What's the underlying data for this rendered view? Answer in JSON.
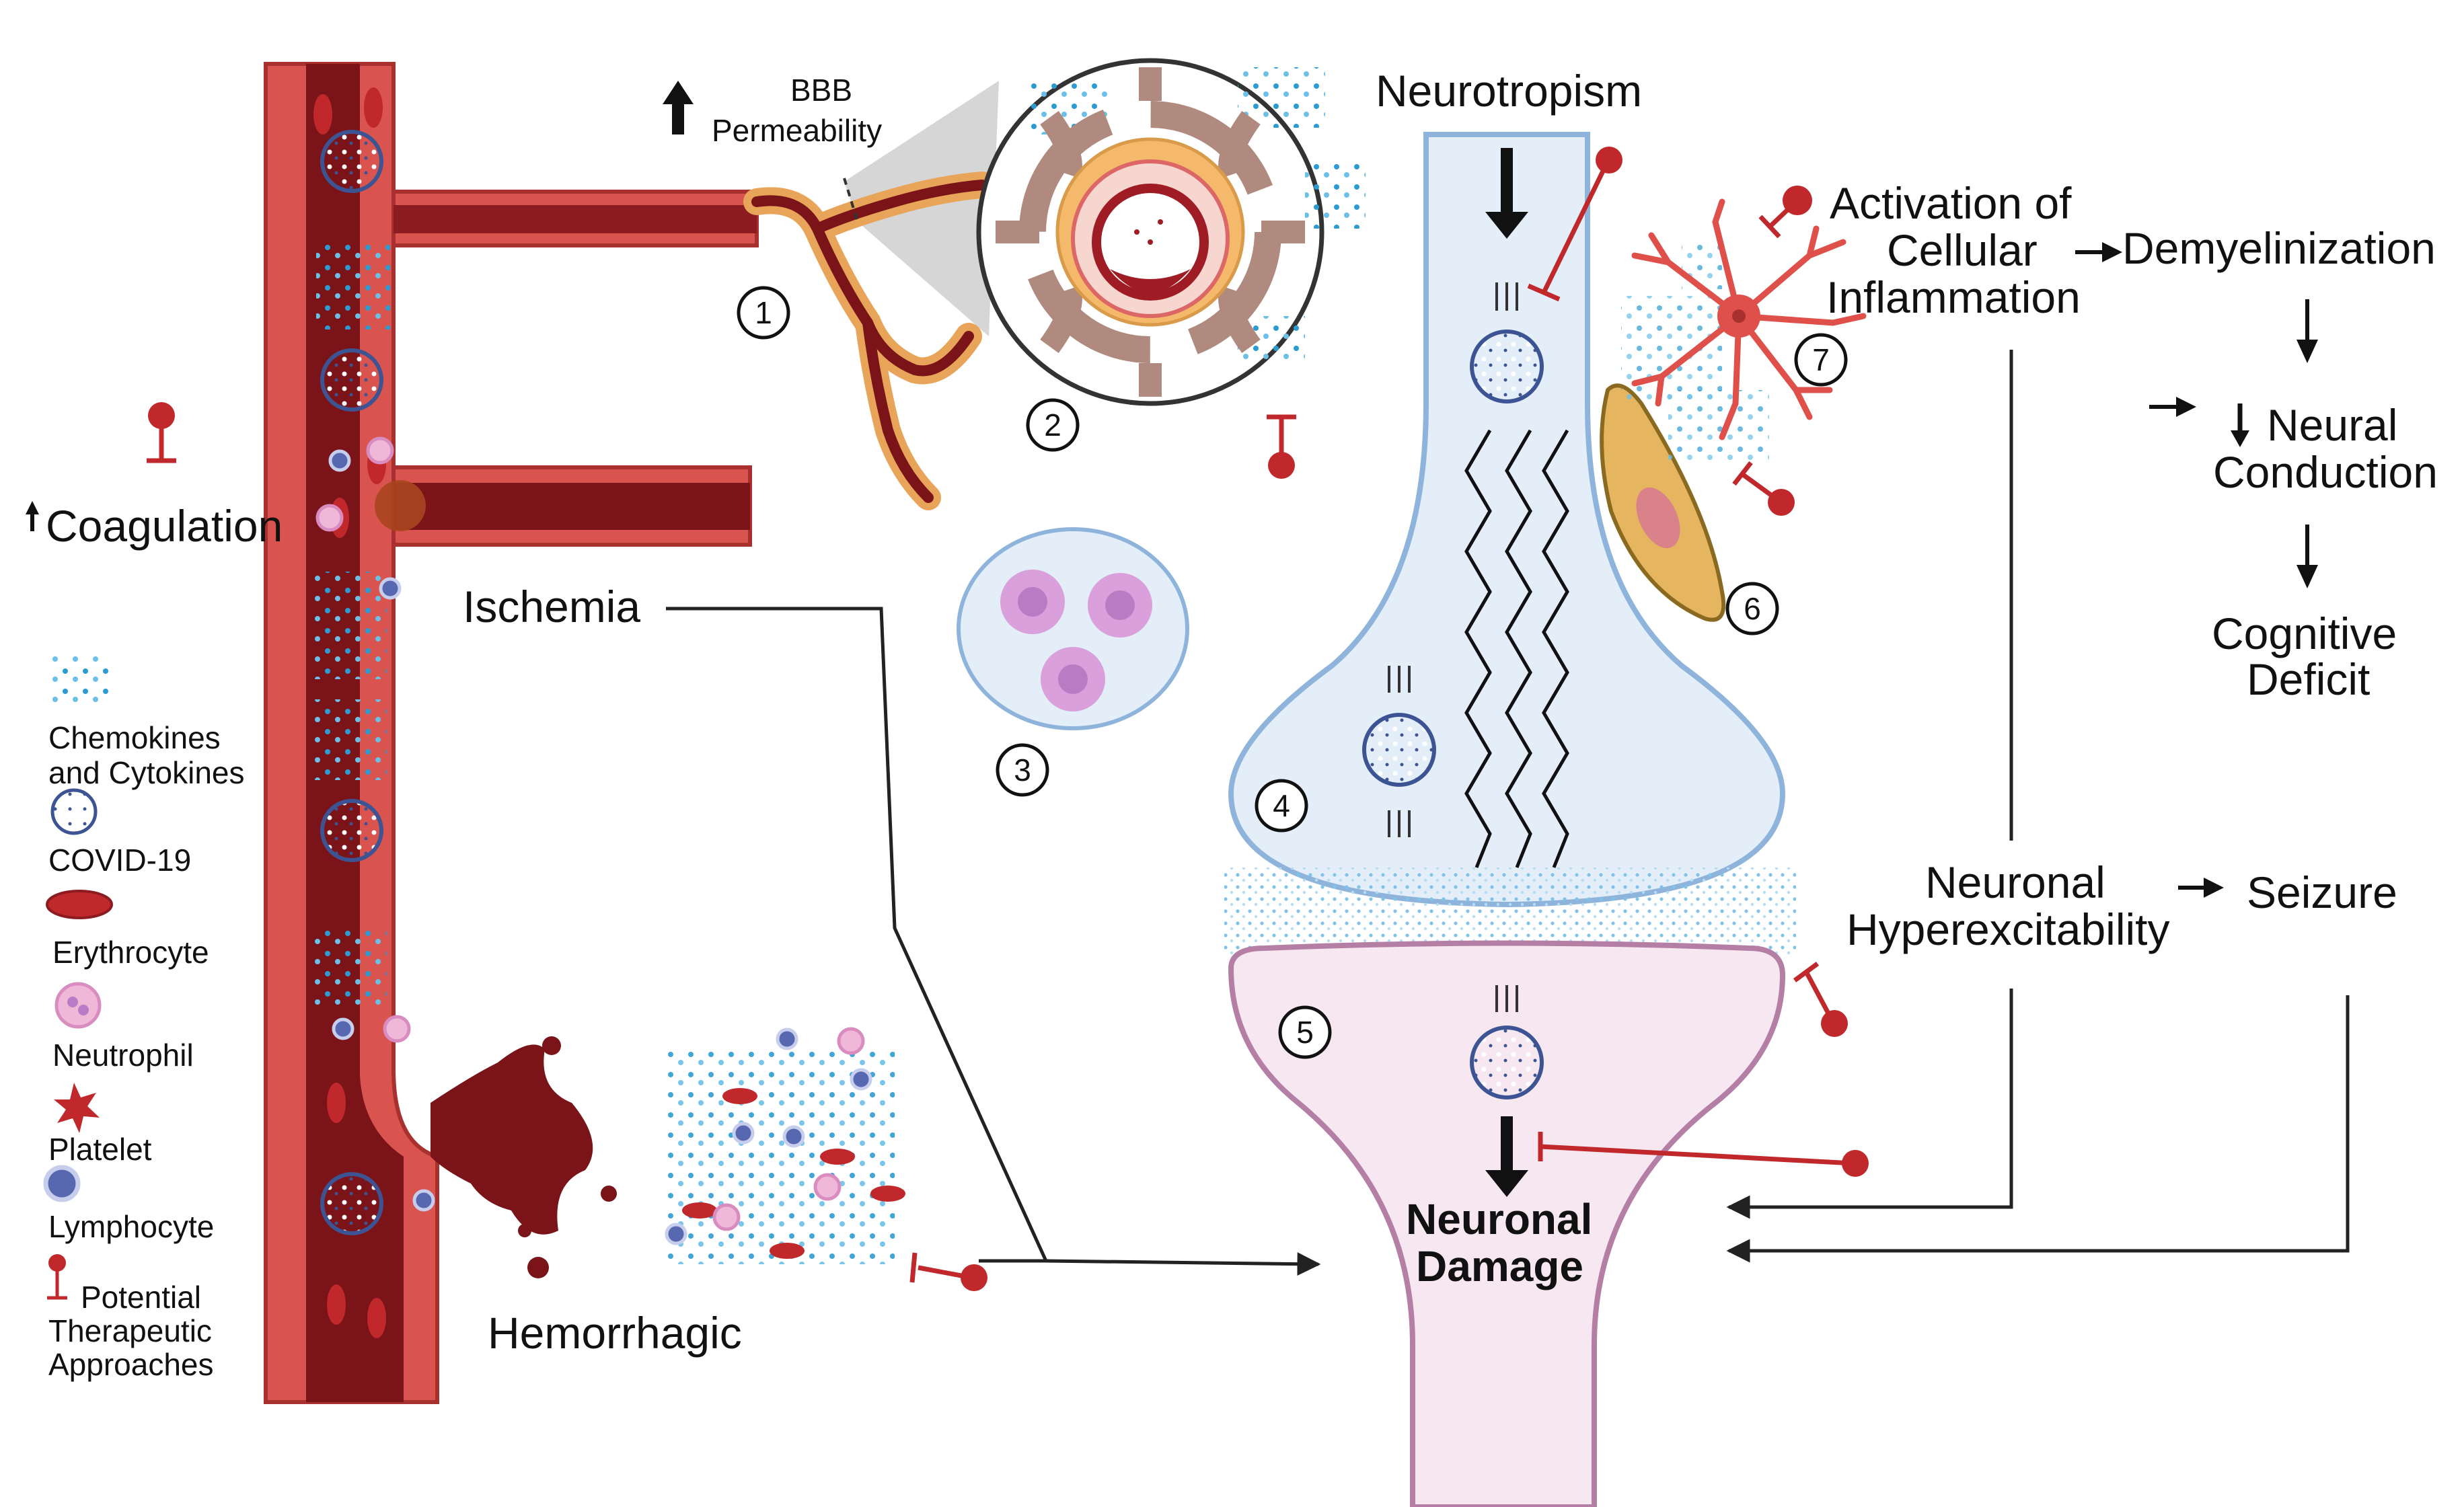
{
  "labels": {
    "bbb": [
      "BBB",
      "Permeability"
    ],
    "neurotropism": "Neurotropism",
    "coagulation": "Coagulation",
    "ischemia": "Ischemia",
    "hemorrhagic": "Hemorrhagic",
    "activation": [
      "Activation of",
      "Cellular",
      "Inflammation"
    ],
    "demyelinization": "Demyelinization",
    "neural_conduction": [
      "Neural",
      "Conduction"
    ],
    "cognitive_deficit": [
      "Cognitive",
      "Deficit"
    ],
    "neuronal_hyperexcitability": [
      "Neuronal",
      "Hyperexcitability"
    ],
    "seizure": "Seizure",
    "neuronal_damage": [
      "Neuronal",
      "Damage"
    ]
  },
  "steps": [
    "1",
    "2",
    "3",
    "4",
    "5",
    "6",
    "7"
  ],
  "legend": [
    {
      "icon": "chemokines-icon",
      "label": [
        "Chemokines",
        "and Cytokines"
      ]
    },
    {
      "icon": "covid-virus-icon",
      "label": [
        "COVID-19"
      ]
    },
    {
      "icon": "erythrocyte-icon",
      "label": [
        "Erythrocyte"
      ]
    },
    {
      "icon": "neutrophil-icon",
      "label": [
        "Neutrophil"
      ]
    },
    {
      "icon": "platelet-icon",
      "label": [
        "Platelet"
      ]
    },
    {
      "icon": "lymphocyte-icon",
      "label": [
        "Lymphocyte"
      ]
    },
    {
      "icon": "inhibitor-icon",
      "label": [
        "Potential",
        "Therapeutic",
        "Approaches"
      ]
    }
  ],
  "colors": {
    "vessel_wall": "#d9534f",
    "blood": "#7a1418",
    "inhibitor": "#c0282b",
    "axon_fill": "#e3eef9",
    "axon_stroke": "#8fb4dc",
    "dendrite_fill": "#f6e7f0",
    "dendrite_stroke": "#b47ea5",
    "cytokine": "#2b9bd3",
    "virus": "#3d5494",
    "lymphocyte": "#5868b0",
    "neutrophil": "#d98cc0",
    "astrocyte": "#e0504a",
    "microglia": "#e5b560"
  }
}
